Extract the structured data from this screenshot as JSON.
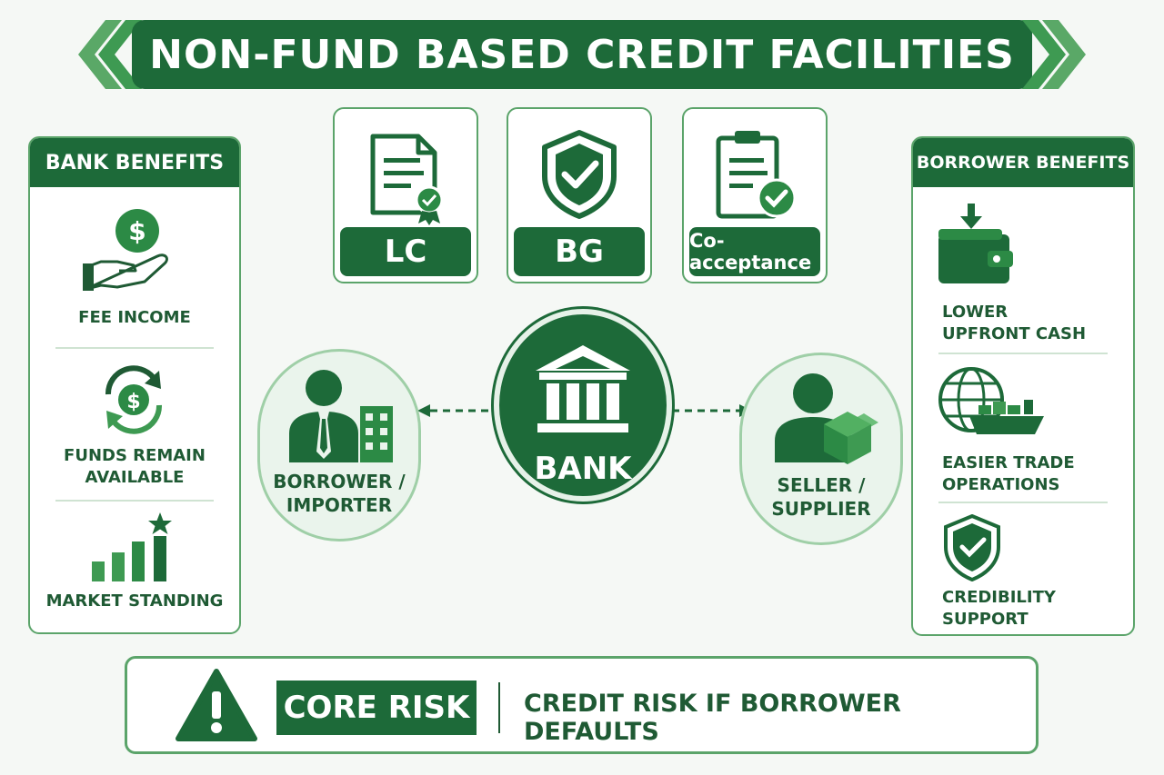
{
  "title": "NON-FUND BASED CREDIT FACILITIES",
  "bank_benefits": {
    "heading": "BANK BENEFITS",
    "items": [
      {
        "icon": "hand-dollar-icon",
        "lines": [
          "FEE INCOME"
        ]
      },
      {
        "icon": "cycle-dollar-icon",
        "lines": [
          "FUNDS REMAIN",
          "AVAILABLE"
        ]
      },
      {
        "icon": "bar-chart-star-icon",
        "lines": [
          "MARKET STANDING"
        ]
      }
    ]
  },
  "borrower_benefits": {
    "heading": "BORROWER BENEFITS",
    "items": [
      {
        "icon": "wallet-icon",
        "lines": [
          "LOWER",
          "UPFRONT CASH"
        ]
      },
      {
        "icon": "globe-ship-icon",
        "lines": [
          "EASIER TRADE",
          "OPERATIONS"
        ]
      },
      {
        "icon": "shield-check-icon",
        "lines": [
          "CREDIBILITY",
          "SUPPORT"
        ]
      }
    ]
  },
  "instruments": [
    {
      "label": "LC",
      "icon": "certificate-document-icon"
    },
    {
      "label": "BG",
      "icon": "shield-check-icon"
    },
    {
      "label": "Co-acceptance",
      "icon": "clipboard-check-icon"
    }
  ],
  "parties": {
    "borrower": {
      "lines": [
        "BORROWER /",
        "IMPORTER"
      ]
    },
    "bank": {
      "label": "BANK"
    },
    "seller": {
      "lines": [
        "SELLER /",
        "SUPPLIER"
      ]
    }
  },
  "risk": {
    "badge": "CORE RISK",
    "text": "CREDIT RISK IF BORROWER DEFAULTS"
  },
  "colors": {
    "primary": "#1d6a39",
    "accent": "#3e9a52",
    "light": "#eaf4ec",
    "border": "#5ba46a"
  }
}
